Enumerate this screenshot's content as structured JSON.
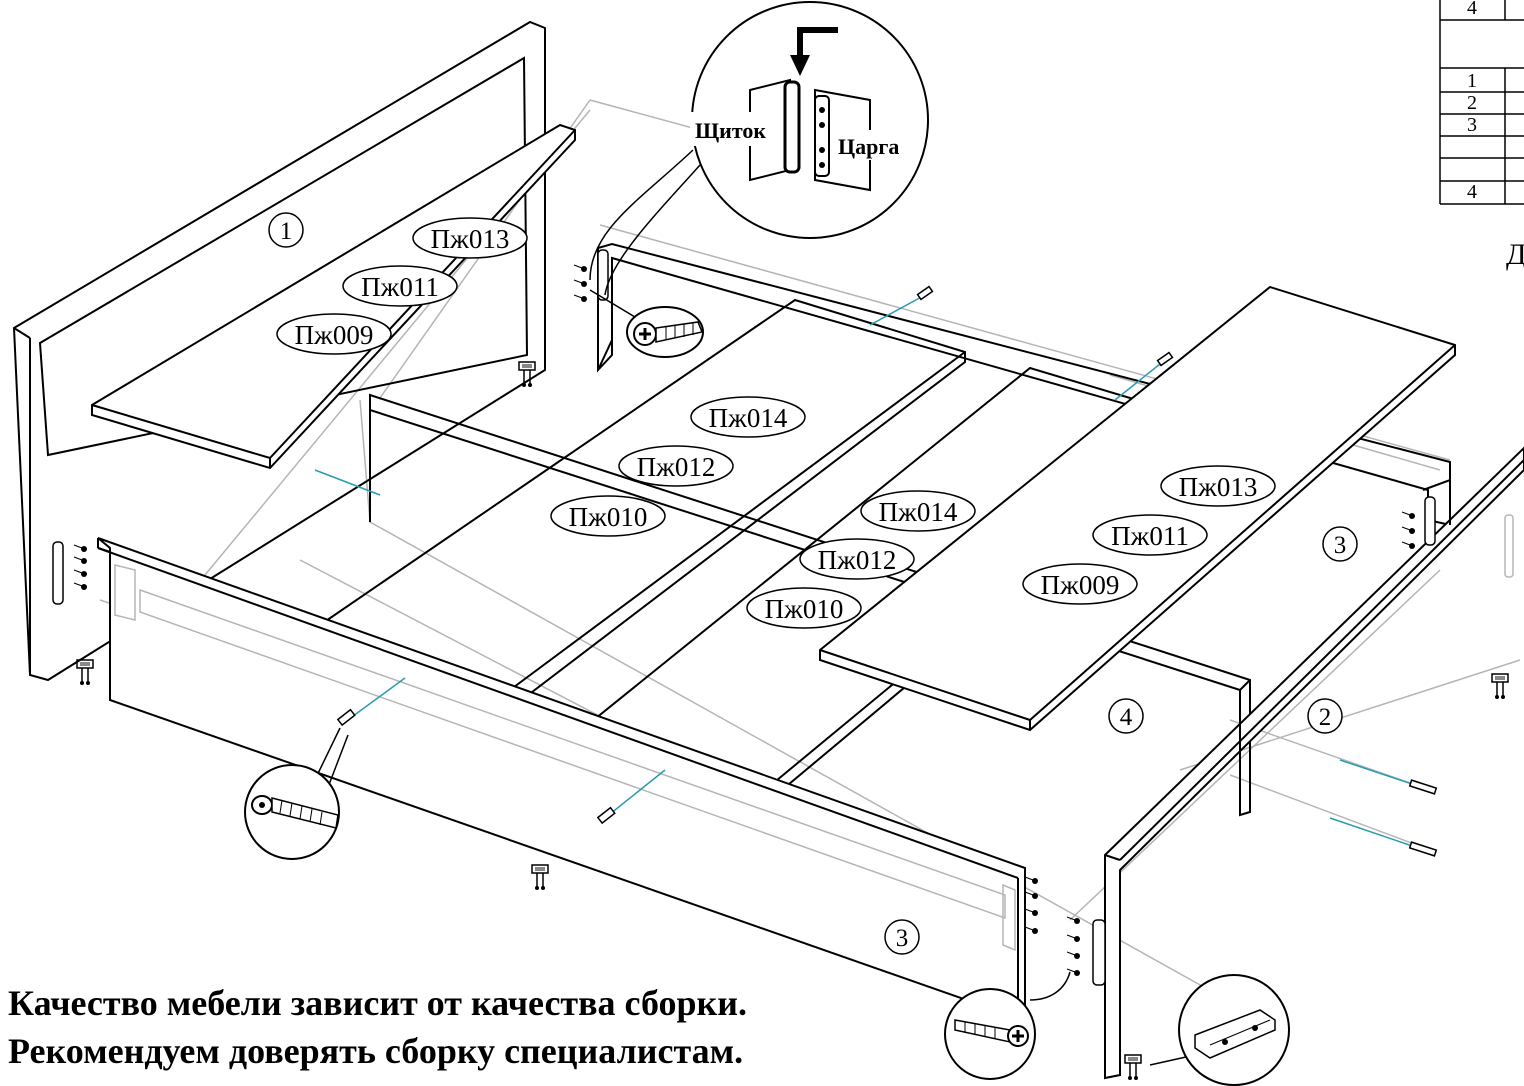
{
  "callout_hinge": {
    "left_label": "Щиток",
    "right_label": "Царга"
  },
  "panel_numbers": [
    "1",
    "2",
    "3",
    "3",
    "4"
  ],
  "slat_group_left": [
    "Пж013",
    "Пж011",
    "Пж009"
  ],
  "slat_group_center": [
    "Пж014",
    "Пж012",
    "Пж010"
  ],
  "slat_group_center2": [
    "Пж014",
    "Пж012",
    "Пж010"
  ],
  "slat_group_right": [
    "Пж013",
    "Пж011",
    "Пж009"
  ],
  "table_fragment": {
    "top_row": "4",
    "rows": [
      "1",
      "2",
      "3",
      "4"
    ]
  },
  "edge_letter": "Д",
  "note": {
    "line1": "Качество мебели зависит от качества сборки.",
    "line2": "Рекомендуем доверять сборку специалистам."
  },
  "colors": {
    "line": "#000000",
    "ghost": "#b5b5b5",
    "dowel": "#2a9bb0"
  },
  "icons": [
    "screw-icon",
    "confirmat-screw-icon",
    "hinge-bracket-icon",
    "foot-support-icon",
    "arrow-down-icon"
  ]
}
